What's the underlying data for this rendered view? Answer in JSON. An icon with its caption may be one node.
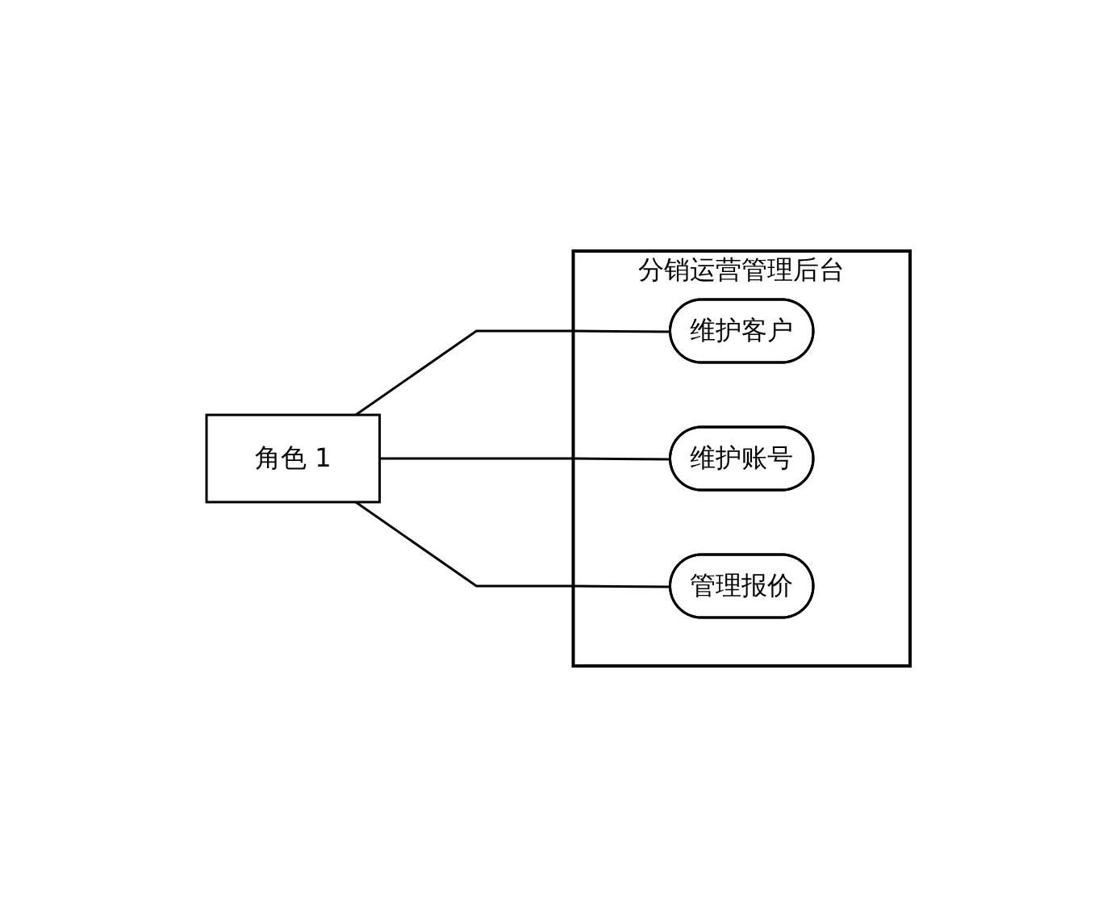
{
  "diagram": {
    "nodes": [
      {
        "text": [
          "角色 1"
        ]
      },
      {
        "text": [
          "分销运营管理后台"
        ]
      },
      {
        "text": [
          "维护客户"
        ],
        "in": 1
      },
      {
        "text": [
          "维护账号"
        ],
        "in": 1
      },
      {
        "text": [
          "管理报价"
        ],
        "in": 1
      }
    ],
    "edges": [
      {
        "from": 0,
        "to": 2,
        "arrow": "none"
      },
      {
        "from": 0,
        "to": 3,
        "arrow": "none"
      },
      {
        "from": 0,
        "to": 4,
        "arrow": "none"
      }
    ]
  }
}
